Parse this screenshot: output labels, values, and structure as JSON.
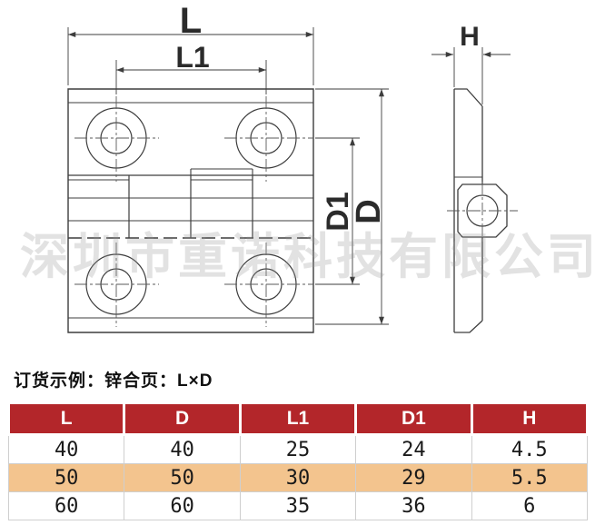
{
  "drawing": {
    "dim_labels": {
      "L": "L",
      "L1": "L1",
      "D1": "D1",
      "D": "D",
      "H": "H"
    },
    "watermark": "深圳市重诺科技有限公司",
    "line_color": "#3d3d3d"
  },
  "caption": "订货示例：锌合页：L×D",
  "table": {
    "headers": [
      "L",
      "D",
      "L1",
      "D1",
      "H"
    ],
    "rows": [
      [
        "40",
        "40",
        "25",
        "24",
        "4.5"
      ],
      [
        "50",
        "50",
        "30",
        "29",
        "5.5"
      ],
      [
        "60",
        "60",
        "35",
        "36",
        "6"
      ]
    ],
    "header_bg": "#b3262a",
    "header_fg": "#ffffff",
    "highlight_row_index": 1,
    "highlight_bg": "#f3c48e",
    "border_color": "#cfcfcf"
  }
}
